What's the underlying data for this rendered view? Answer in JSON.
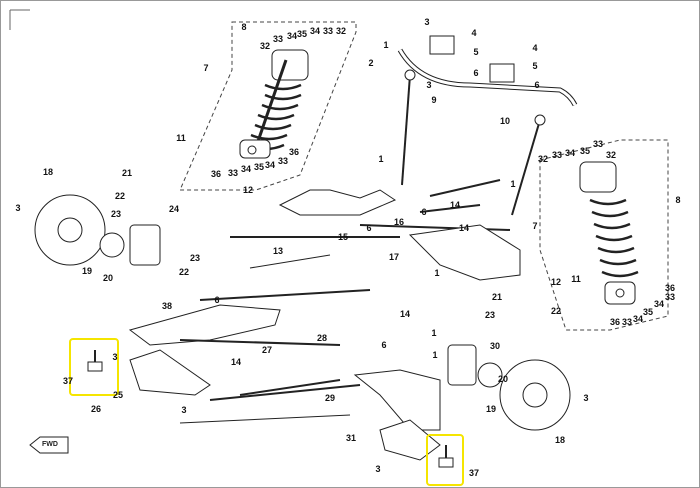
{
  "diagram": {
    "fwd_label": "FWD",
    "highlight_color": "#f5e500",
    "callouts": [
      {
        "id": "c1",
        "text": "8"
      },
      {
        "id": "c2",
        "text": "32"
      },
      {
        "id": "c3",
        "text": "33"
      },
      {
        "id": "c4",
        "text": "34"
      },
      {
        "id": "c5",
        "text": "35"
      },
      {
        "id": "c6",
        "text": "34"
      },
      {
        "id": "c7",
        "text": "33"
      },
      {
        "id": "c8",
        "text": "32"
      },
      {
        "id": "c9",
        "text": "7"
      },
      {
        "id": "c10",
        "text": "11"
      },
      {
        "id": "c11",
        "text": "36"
      },
      {
        "id": "c12",
        "text": "33"
      },
      {
        "id": "c13",
        "text": "34"
      },
      {
        "id": "c14",
        "text": "35"
      },
      {
        "id": "c15",
        "text": "34"
      },
      {
        "id": "c16",
        "text": "33"
      },
      {
        "id": "c17",
        "text": "36"
      },
      {
        "id": "c18",
        "text": "3"
      },
      {
        "id": "c19",
        "text": "4"
      },
      {
        "id": "c20",
        "text": "5"
      },
      {
        "id": "c21",
        "text": "6"
      },
      {
        "id": "c22",
        "text": "3"
      },
      {
        "id": "c23",
        "text": "4"
      },
      {
        "id": "c24",
        "text": "5"
      },
      {
        "id": "c25",
        "text": "6"
      },
      {
        "id": "c26",
        "text": "1"
      },
      {
        "id": "c27",
        "text": "2"
      },
      {
        "id": "c28",
        "text": "9"
      },
      {
        "id": "c29",
        "text": "10"
      },
      {
        "id": "c30",
        "text": "32"
      },
      {
        "id": "c31",
        "text": "33"
      },
      {
        "id": "c32",
        "text": "34"
      },
      {
        "id": "c33",
        "text": "35"
      },
      {
        "id": "c34",
        "text": "33"
      },
      {
        "id": "c35",
        "text": "32"
      },
      {
        "id": "c36",
        "text": "8"
      },
      {
        "id": "c37",
        "text": "7"
      },
      {
        "id": "c38",
        "text": "18"
      },
      {
        "id": "c39",
        "text": "3"
      },
      {
        "id": "c40",
        "text": "21"
      },
      {
        "id": "c41",
        "text": "22"
      },
      {
        "id": "c42",
        "text": "23"
      },
      {
        "id": "c43",
        "text": "24"
      },
      {
        "id": "c44",
        "text": "19"
      },
      {
        "id": "c45",
        "text": "20"
      },
      {
        "id": "c46",
        "text": "23"
      },
      {
        "id": "c47",
        "text": "22"
      },
      {
        "id": "c48",
        "text": "12"
      },
      {
        "id": "c49",
        "text": "1"
      },
      {
        "id": "c50",
        "text": "6"
      },
      {
        "id": "c51",
        "text": "13"
      },
      {
        "id": "c52",
        "text": "15"
      },
      {
        "id": "c53",
        "text": "16"
      },
      {
        "id": "c54",
        "text": "14"
      },
      {
        "id": "c55",
        "text": "14"
      },
      {
        "id": "c56",
        "text": "1"
      },
      {
        "id": "c57",
        "text": "6"
      },
      {
        "id": "c58",
        "text": "17"
      },
      {
        "id": "c59",
        "text": "1"
      },
      {
        "id": "c60",
        "text": "11"
      },
      {
        "id": "c61",
        "text": "12"
      },
      {
        "id": "c62",
        "text": "21"
      },
      {
        "id": "c63",
        "text": "23"
      },
      {
        "id": "c64",
        "text": "22"
      },
      {
        "id": "c65",
        "text": "36"
      },
      {
        "id": "c66",
        "text": "33"
      },
      {
        "id": "c67",
        "text": "34"
      },
      {
        "id": "c68",
        "text": "35"
      },
      {
        "id": "c69",
        "text": "34"
      },
      {
        "id": "c70",
        "text": "33"
      },
      {
        "id": "c71",
        "text": "36"
      },
      {
        "id": "c72",
        "text": "6"
      },
      {
        "id": "c73",
        "text": "38"
      },
      {
        "id": "c74",
        "text": "14"
      },
      {
        "id": "c75",
        "text": "27"
      },
      {
        "id": "c76",
        "text": "28"
      },
      {
        "id": "c77",
        "text": "14"
      },
      {
        "id": "c78",
        "text": "3"
      },
      {
        "id": "c79",
        "text": "37"
      },
      {
        "id": "c80",
        "text": "25"
      },
      {
        "id": "c81",
        "text": "3"
      },
      {
        "id": "c82",
        "text": "26"
      },
      {
        "id": "c83",
        "text": "6"
      },
      {
        "id": "c84",
        "text": "1"
      },
      {
        "id": "c85",
        "text": "30"
      },
      {
        "id": "c86",
        "text": "20"
      },
      {
        "id": "c87",
        "text": "19"
      },
      {
        "id": "c88",
        "text": "3"
      },
      {
        "id": "c89",
        "text": "29"
      },
      {
        "id": "c90",
        "text": "31"
      },
      {
        "id": "c91",
        "text": "18"
      },
      {
        "id": "c92",
        "text": "3"
      },
      {
        "id": "c93",
        "text": "37"
      },
      {
        "id": "c94",
        "text": "1"
      }
    ]
  }
}
